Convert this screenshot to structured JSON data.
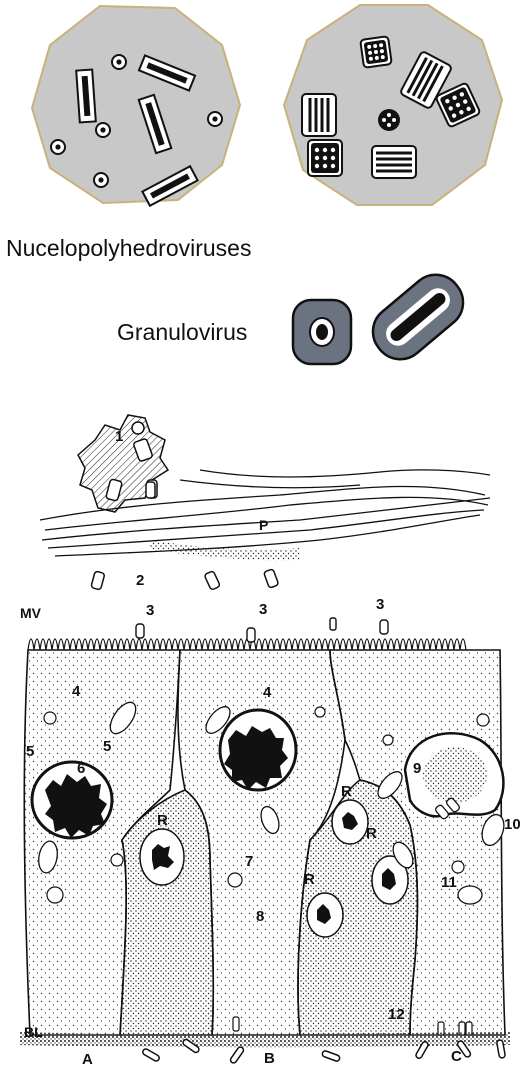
{
  "labels": {
    "npv": "Nucelopolyhedroviruses",
    "gv": "Granulovirus"
  },
  "diagram": {
    "numbers": [
      "1",
      "2",
      "3",
      "3",
      "3",
      "4",
      "4",
      "5",
      "5",
      "6",
      "7",
      "8",
      "9",
      "10",
      "11",
      "12"
    ],
    "letters": [
      "P",
      "MV",
      "BL",
      "R",
      "R",
      "R",
      "R",
      "A",
      "B",
      "C"
    ]
  },
  "colors": {
    "polyhedron_fill": "#c8c8c8",
    "polyhedron_stroke": "#c9b27a",
    "granule_fill": "#6b7280",
    "ink": "#111111"
  }
}
